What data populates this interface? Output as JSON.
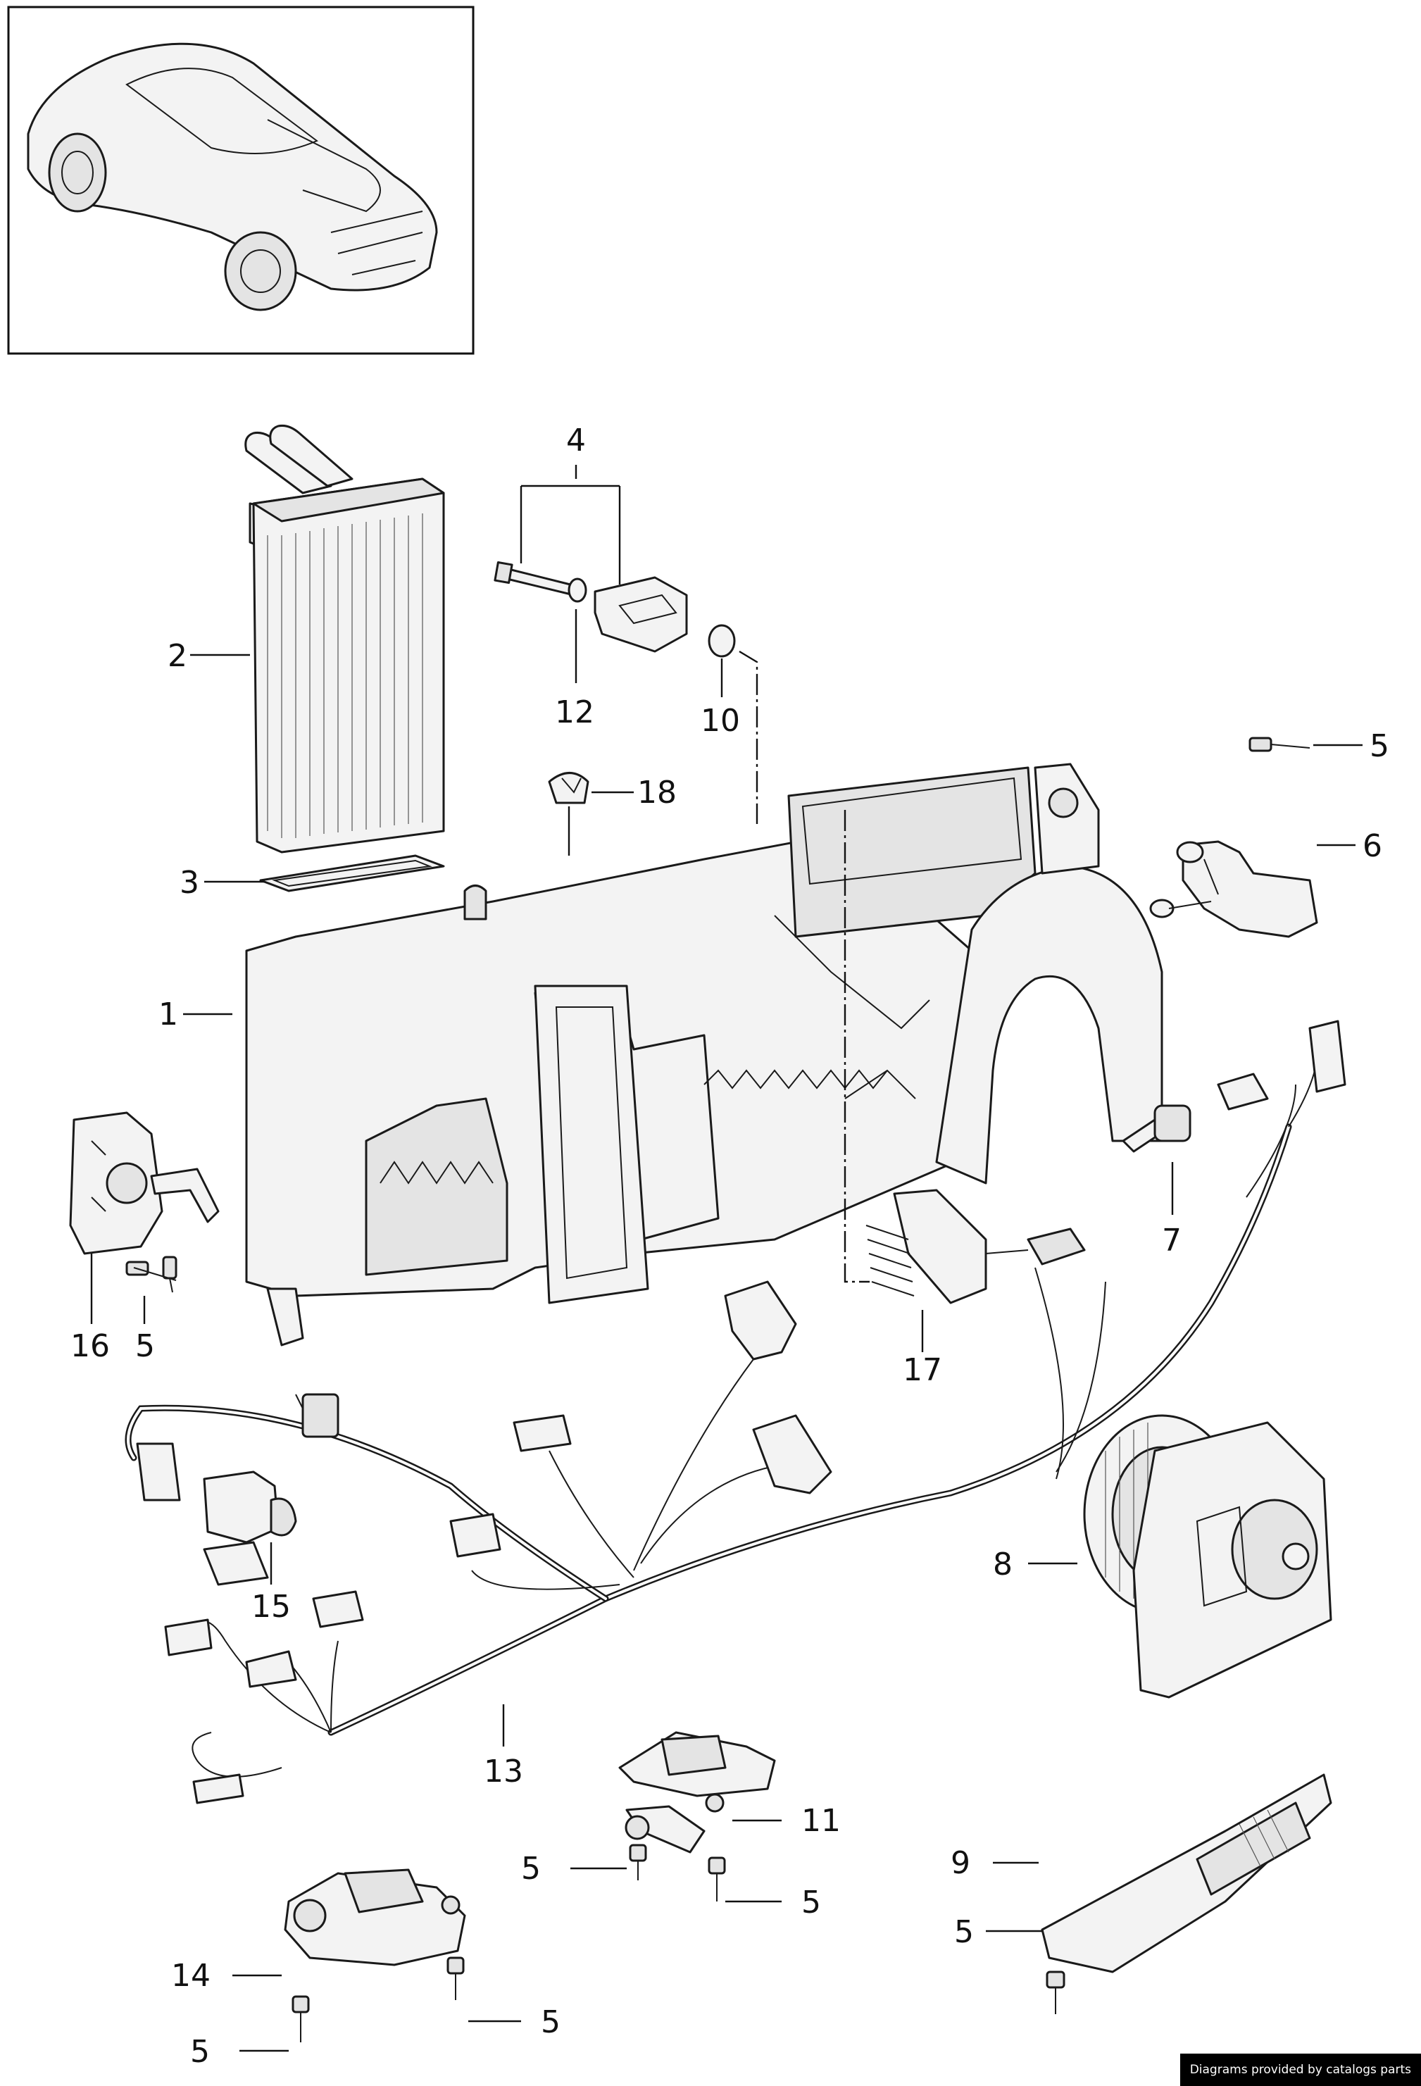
{
  "credit": "Diagrams provided by catalogs parts",
  "callouts": {
    "c1": "1",
    "c2": "2",
    "c3": "3",
    "c4": "4",
    "c5a": "5",
    "c5b": "5",
    "c5c": "5",
    "c5d": "5",
    "c5e": "5",
    "c5f": "5",
    "c5g": "5",
    "c6": "6",
    "c7": "7",
    "c8": "8",
    "c9": "9",
    "c10": "10",
    "c11": "11",
    "c12": "12",
    "c13": "13",
    "c14": "14",
    "c15": "15",
    "c16": "16",
    "c17": "17",
    "c18": "18"
  }
}
